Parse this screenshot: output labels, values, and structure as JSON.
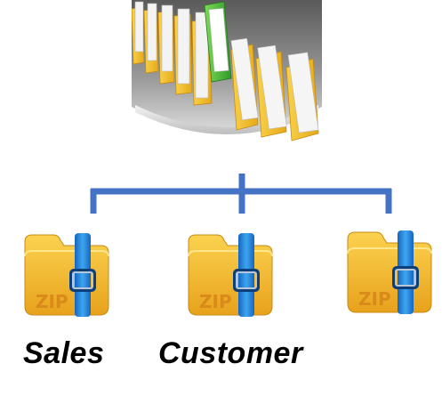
{
  "hero": {
    "icon": "file-folders-photo"
  },
  "nodes": [
    {
      "icon": "zip-folder-icon",
      "badge": "ZIP",
      "label": "Sales"
    },
    {
      "icon": "zip-folder-icon",
      "badge": "ZIP",
      "label": "Customer"
    },
    {
      "icon": "zip-folder-icon",
      "badge": "ZIP",
      "label": ""
    }
  ],
  "colors": {
    "connector": "#4472C4",
    "folder": "#F2B829",
    "strap": "#1E88D8",
    "badge_text": "#D98A1A"
  }
}
